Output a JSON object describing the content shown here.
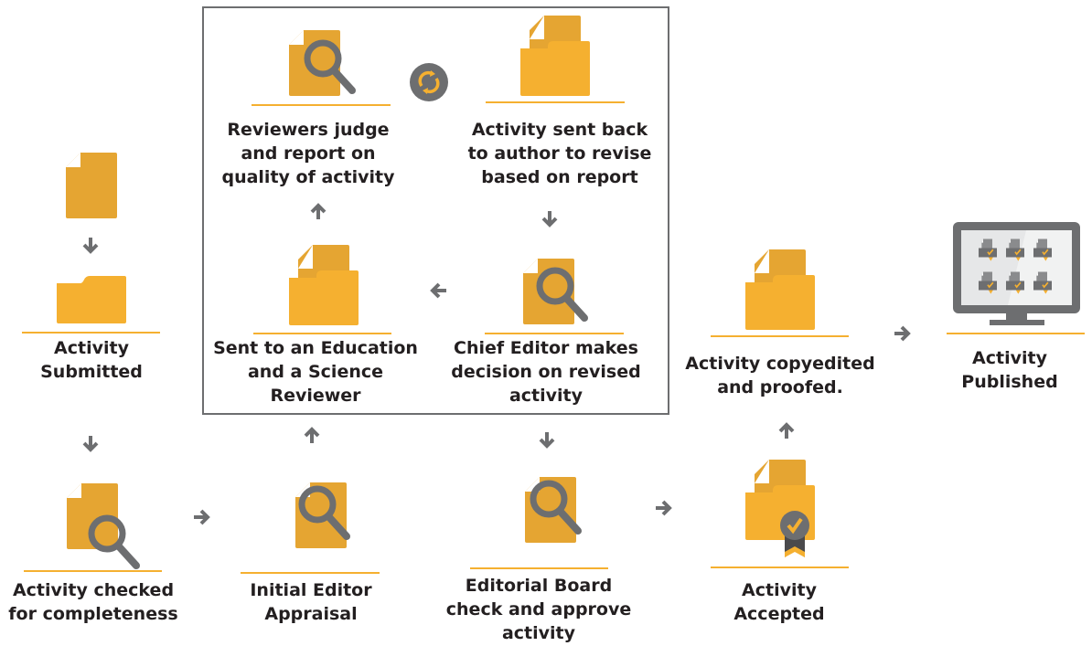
{
  "title": "Activity Review Workflow",
  "colors": {
    "doc": "#e5a532",
    "folder": "#f5b030",
    "underline": "#f5b030",
    "icon_gray": "#6d6e70",
    "text": "#231f20",
    "box_border": "#6d6e70"
  },
  "steps": [
    {
      "id": "submitted",
      "label": "Activity\nSubmitted",
      "icon": "document-to-folder-icon"
    },
    {
      "id": "checked",
      "label": "Activity checked\nfor completeness",
      "icon": "document-magnifier-icon"
    },
    {
      "id": "initial-appraisal",
      "label": "Initial Editor\nAppraisal",
      "icon": "document-magnifier-icon"
    },
    {
      "id": "sent-reviewers",
      "label": "Sent to an Education\nand a Science\nReviewer",
      "icon": "document-in-folder-icon"
    },
    {
      "id": "reviewers-judge",
      "label": "Reviewers judge\nand report on\nquality of activity",
      "icon": "document-magnifier-icon"
    },
    {
      "id": "sent-back",
      "label": "Activity sent back\nto author to revise\nbased on report",
      "icon": "document-in-folder-icon"
    },
    {
      "id": "chief-editor",
      "label": "Chief Editor makes\ndecision on revised\nactivity",
      "icon": "document-magnifier-icon"
    },
    {
      "id": "editorial-board",
      "label": "Editorial Board\ncheck and approve\nactivity",
      "icon": "document-magnifier-icon"
    },
    {
      "id": "accepted",
      "label": "Activity\nAccepted",
      "icon": "document-folder-award-icon"
    },
    {
      "id": "copyedited",
      "label": "Activity copyedited\nand proofed.",
      "icon": "document-in-folder-icon"
    },
    {
      "id": "published",
      "label": "Activity\nPublished",
      "icon": "monitor-publications-icon"
    }
  ],
  "review_loop": {
    "icon": "refresh-cycle-icon"
  },
  "arrows": [
    {
      "from": "document",
      "to": "folder",
      "direction": "down"
    },
    {
      "from": "submitted",
      "to": "checked",
      "direction": "down"
    },
    {
      "from": "checked",
      "to": "initial-appraisal",
      "direction": "right"
    },
    {
      "from": "initial-appraisal",
      "to": "sent-reviewers",
      "direction": "up"
    },
    {
      "from": "sent-reviewers",
      "to": "reviewers-judge",
      "direction": "up"
    },
    {
      "from": "sent-back",
      "to": "chief-editor",
      "direction": "down"
    },
    {
      "from": "chief-editor",
      "to": "sent-reviewers",
      "direction": "left"
    },
    {
      "from": "chief-editor",
      "to": "editorial-board",
      "direction": "down"
    },
    {
      "from": "editorial-board",
      "to": "accepted",
      "direction": "right"
    },
    {
      "from": "accepted",
      "to": "copyedited",
      "direction": "up"
    },
    {
      "from": "copyedited",
      "to": "published",
      "direction": "right"
    }
  ]
}
